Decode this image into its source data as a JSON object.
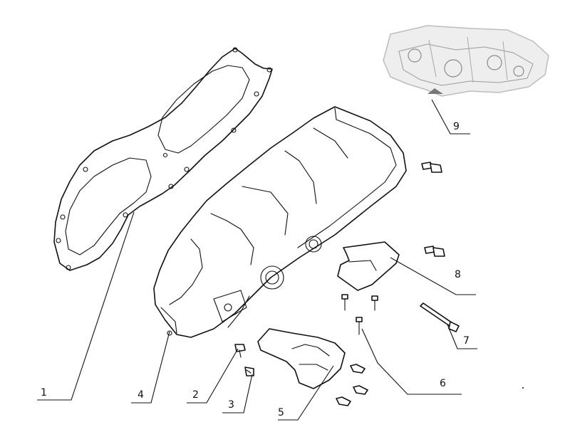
{
  "callouts": [
    {
      "id": "1",
      "label": "1"
    },
    {
      "id": "2",
      "label": "2"
    },
    {
      "id": "3",
      "label": "3"
    },
    {
      "id": "4",
      "label": "4"
    },
    {
      "id": "5",
      "label": "5"
    },
    {
      "id": "6",
      "label": "6"
    },
    {
      "id": "7",
      "label": "7"
    },
    {
      "id": "8",
      "label": "8"
    },
    {
      "id": "9",
      "label": "9"
    }
  ],
  "colors": {
    "ink": "#111111",
    "background": "#ffffff",
    "engine_ghost": "#bdbdbd"
  }
}
